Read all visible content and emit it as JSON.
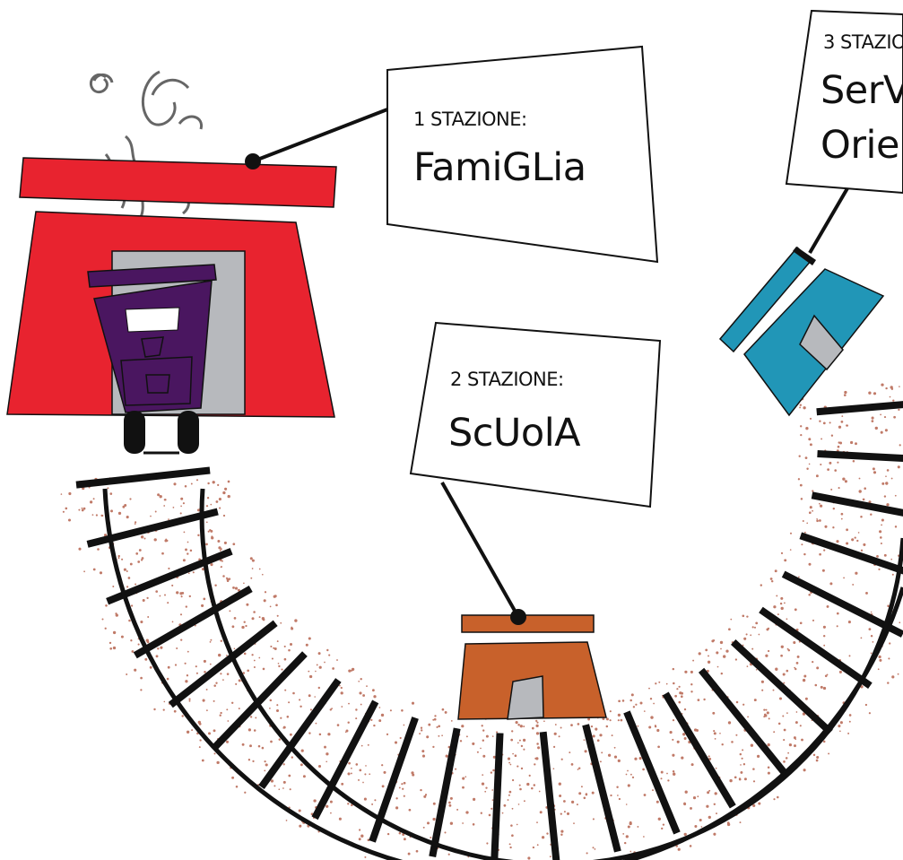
{
  "stations": [
    {
      "number_label": "1 STAZIONE:",
      "name": "FamiGLia",
      "color": "#e8232f"
    },
    {
      "number_label": "2 STAZIONE:",
      "name": "ScUolA",
      "color": "#c8612b"
    },
    {
      "number_label": "3 STAZIO",
      "name_line1": "SerV",
      "name_line2": "Orie",
      "color": "#2196b7"
    }
  ],
  "colors": {
    "train_body": "#4a1660",
    "door_grey": "#b7b9bd",
    "ballast_dots": "#c07a68",
    "track": "#111111"
  }
}
